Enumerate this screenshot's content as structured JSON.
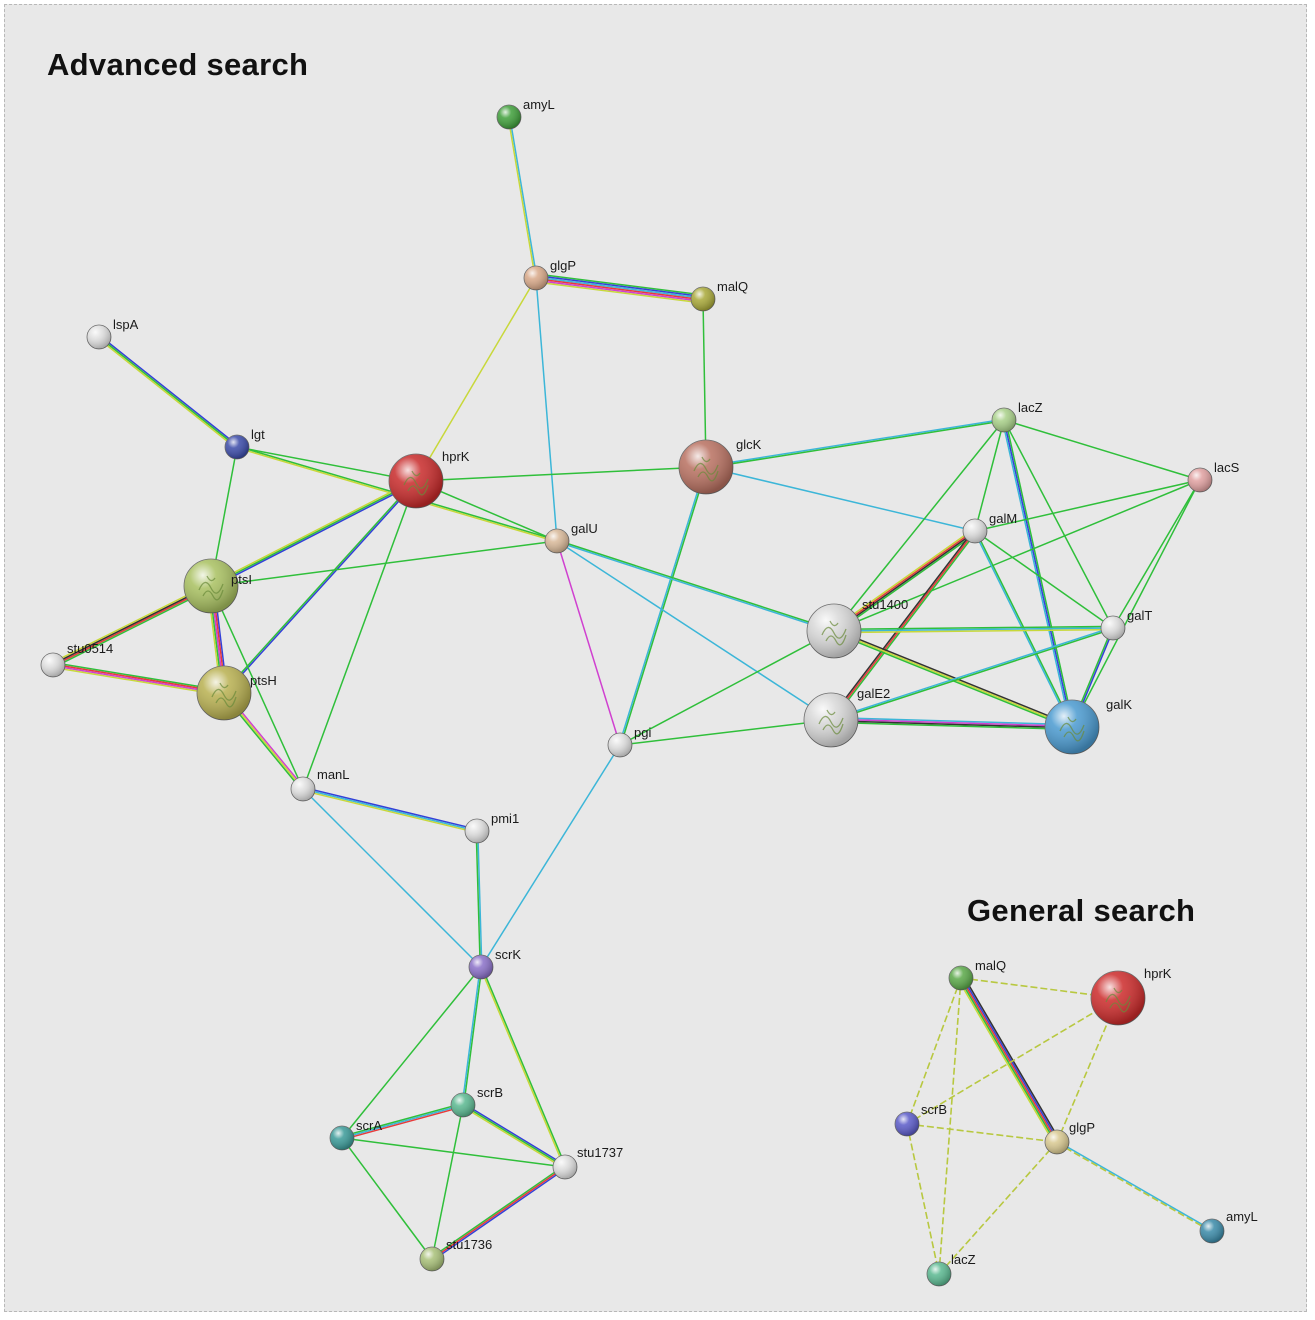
{
  "titles": {
    "advanced": "Advanced search",
    "general": "General search"
  },
  "colors": {
    "background": "#e8e8e8",
    "edge_green": "#2fbf3a",
    "edge_cyan": "#3cb6d8",
    "edge_yellow": "#c8d83a",
    "edge_blue": "#3340d8",
    "edge_red": "#e83a3a",
    "edge_magenta": "#d040d0",
    "edge_black": "#333333",
    "edge_olive": "#b8c840"
  },
  "networks": {
    "advanced": {
      "nodes": [
        {
          "id": "amyL",
          "label": "amyL",
          "color": "#3f9f3a",
          "size": "small"
        },
        {
          "id": "glgP",
          "label": "glgP",
          "color": "#d8a888",
          "size": "small"
        },
        {
          "id": "malQ",
          "label": "malQ",
          "color": "#a8a838",
          "size": "small"
        },
        {
          "id": "lspA",
          "label": "lspA",
          "color": "#e0e0e0",
          "size": "small"
        },
        {
          "id": "lgt",
          "label": "lgt",
          "color": "#3a4aa8",
          "size": "small"
        },
        {
          "id": "hprK",
          "label": "hprK",
          "color": "#c82a2a",
          "size": "large"
        },
        {
          "id": "glcK",
          "label": "glcK",
          "color": "#b87060",
          "size": "large"
        },
        {
          "id": "lacZ",
          "label": "lacZ",
          "color": "#a8d088",
          "size": "small"
        },
        {
          "id": "lacS",
          "label": "lacS",
          "color": "#e0a0a0",
          "size": "small"
        },
        {
          "id": "galM",
          "label": "galM",
          "color": "#e0e0e0",
          "size": "small"
        },
        {
          "id": "galU",
          "label": "galU",
          "color": "#d8b898",
          "size": "small"
        },
        {
          "id": "ptsI",
          "label": "ptsI",
          "color": "#a8c060",
          "size": "large"
        },
        {
          "id": "stu0514",
          "label": "stu0514",
          "color": "#e0e0e0",
          "size": "small"
        },
        {
          "id": "ptsH",
          "label": "ptsH",
          "color": "#b8b050",
          "size": "large"
        },
        {
          "id": "stu1400",
          "label": "stu1400",
          "color": "#d8d8d8",
          "size": "large"
        },
        {
          "id": "galT",
          "label": "galT",
          "color": "#e0e0e0",
          "size": "small"
        },
        {
          "id": "galE2",
          "label": "galE2",
          "color": "#d8d8d8",
          "size": "large"
        },
        {
          "id": "galK",
          "label": "galK",
          "color": "#4a9ad0",
          "size": "large"
        },
        {
          "id": "pgi",
          "label": "pgi",
          "color": "#e0e0e0",
          "size": "small"
        },
        {
          "id": "manL",
          "label": "manL",
          "color": "#e0e0e0",
          "size": "small"
        },
        {
          "id": "pmi1",
          "label": "pmi1",
          "color": "#e0e0e0",
          "size": "small"
        },
        {
          "id": "scrK",
          "label": "scrK",
          "color": "#8a70c8",
          "size": "small"
        },
        {
          "id": "scrB",
          "label": "scrB",
          "color": "#5ab890",
          "size": "small"
        },
        {
          "id": "scrA",
          "label": "scrA",
          "color": "#3a9a98",
          "size": "small"
        },
        {
          "id": "stu1737",
          "label": "stu1737",
          "color": "#e0e0e0",
          "size": "small"
        },
        {
          "id": "stu1736",
          "label": "stu1736",
          "color": "#a8c078",
          "size": "small"
        }
      ],
      "edges": [
        {
          "source": "amyL",
          "target": "glgP",
          "colors": [
            "cyan",
            "yellow"
          ]
        },
        {
          "source": "glgP",
          "target": "malQ",
          "colors": [
            "green",
            "blue",
            "cyan",
            "red",
            "magenta",
            "yellow"
          ]
        },
        {
          "source": "glgP",
          "target": "hprK",
          "colors": [
            "yellow"
          ]
        },
        {
          "source": "glgP",
          "target": "galU",
          "colors": [
            "cyan"
          ]
        },
        {
          "source": "malQ",
          "target": "glcK",
          "colors": [
            "green"
          ]
        },
        {
          "source": "lspA",
          "target": "lgt",
          "colors": [
            "blue",
            "green",
            "yellow"
          ]
        },
        {
          "source": "lgt",
          "target": "ptsI",
          "colors": [
            "green"
          ]
        },
        {
          "source": "lgt",
          "target": "hprK",
          "colors": [
            "green"
          ]
        },
        {
          "source": "lgt",
          "target": "galU",
          "colors": [
            "green",
            "yellow"
          ]
        },
        {
          "source": "hprK",
          "target": "glcK",
          "colors": [
            "green"
          ]
        },
        {
          "source": "hprK",
          "target": "galU",
          "colors": [
            "green"
          ]
        },
        {
          "source": "hprK",
          "target": "ptsI",
          "colors": [
            "blue",
            "green",
            "yellow"
          ]
        },
        {
          "source": "hprK",
          "target": "ptsH",
          "colors": [
            "blue",
            "green"
          ]
        },
        {
          "source": "hprK",
          "target": "manL",
          "colors": [
            "green"
          ]
        },
        {
          "source": "glcK",
          "target": "lacZ",
          "colors": [
            "cyan",
            "green"
          ]
        },
        {
          "source": "glcK",
          "target": "galM",
          "colors": [
            "cyan"
          ]
        },
        {
          "source": "glcK",
          "target": "pgi",
          "colors": [
            "green",
            "cyan"
          ]
        },
        {
          "source": "lacZ",
          "target": "lacS",
          "colors": [
            "green"
          ]
        },
        {
          "source": "lacZ",
          "target": "galM",
          "colors": [
            "green"
          ]
        },
        {
          "source": "lacZ",
          "target": "galT",
          "colors": [
            "green"
          ]
        },
        {
          "source": "lacZ",
          "target": "galK",
          "colors": [
            "green",
            "blue",
            "cyan"
          ]
        },
        {
          "source": "lacZ",
          "target": "stu1400",
          "colors": [
            "green"
          ]
        },
        {
          "source": "lacS",
          "target": "galM",
          "colors": [
            "green"
          ]
        },
        {
          "source": "lacS",
          "target": "galT",
          "colors": [
            "green"
          ]
        },
        {
          "source": "lacS",
          "target": "galK",
          "colors": [
            "green"
          ]
        },
        {
          "source": "lacS",
          "target": "stu1400",
          "colors": [
            "green"
          ]
        },
        {
          "source": "galM",
          "target": "stu1400",
          "colors": [
            "green",
            "black",
            "red",
            "yellow"
          ]
        },
        {
          "source": "galM",
          "target": "galE2",
          "colors": [
            "green",
            "red",
            "black"
          ]
        },
        {
          "source": "galM",
          "target": "galK",
          "colors": [
            "green",
            "cyan"
          ]
        },
        {
          "source": "galM",
          "target": "galT",
          "colors": [
            "green"
          ]
        },
        {
          "source": "galU",
          "target": "ptsI",
          "colors": [
            "green"
          ]
        },
        {
          "source": "galU",
          "target": "pgi",
          "colors": [
            "magenta"
          ]
        },
        {
          "source": "galU",
          "target": "stu1400",
          "colors": [
            "green",
            "cyan"
          ]
        },
        {
          "source": "galU",
          "target": "galE2",
          "colors": [
            "cyan"
          ]
        },
        {
          "source": "ptsI",
          "target": "stu0514",
          "colors": [
            "green",
            "red",
            "black",
            "yellow"
          ]
        },
        {
          "source": "ptsI",
          "target": "ptsH",
          "colors": [
            "blue",
            "red",
            "magenta",
            "green",
            "yellow"
          ]
        },
        {
          "source": "ptsI",
          "target": "manL",
          "colors": [
            "green"
          ]
        },
        {
          "source": "stu0514",
          "target": "ptsH",
          "colors": [
            "green",
            "red",
            "magenta",
            "yellow"
          ]
        },
        {
          "source": "ptsH",
          "target": "manL",
          "colors": [
            "magenta",
            "yellow",
            "green"
          ]
        },
        {
          "source": "stu1400",
          "target": "galT",
          "colors": [
            "green",
            "cyan",
            "yellow"
          ]
        },
        {
          "source": "stu1400",
          "target": "galK",
          "colors": [
            "black",
            "yellow",
            "green"
          ]
        },
        {
          "source": "stu1400",
          "target": "pgi",
          "colors": [
            "green"
          ]
        },
        {
          "source": "galT",
          "target": "galE2",
          "colors": [
            "green",
            "cyan"
          ]
        },
        {
          "source": "galT",
          "target": "galK",
          "colors": [
            "blue",
            "green"
          ]
        },
        {
          "source": "galE2",
          "target": "galK",
          "colors": [
            "cyan",
            "magenta",
            "black",
            "green"
          ]
        },
        {
          "source": "galE2",
          "target": "pgi",
          "colors": [
            "green"
          ]
        },
        {
          "source": "pgi",
          "target": "scrK",
          "colors": [
            "cyan"
          ]
        },
        {
          "source": "manL",
          "target": "pmi1",
          "colors": [
            "blue",
            "cyan",
            "yellow"
          ]
        },
        {
          "source": "manL",
          "target": "scrK",
          "colors": [
            "cyan"
          ]
        },
        {
          "source": "pmi1",
          "target": "scrK",
          "colors": [
            "cyan",
            "green"
          ]
        },
        {
          "source": "scrK",
          "target": "scrB",
          "colors": [
            "green",
            "cyan"
          ]
        },
        {
          "source": "scrK",
          "target": "scrA",
          "colors": [
            "green"
          ]
        },
        {
          "source": "scrK",
          "target": "stu1737",
          "colors": [
            "green",
            "yellow"
          ]
        },
        {
          "source": "scrB",
          "target": "scrA",
          "colors": [
            "red",
            "cyan",
            "green"
          ]
        },
        {
          "source": "scrB",
          "target": "stu1737",
          "colors": [
            "blue",
            "green",
            "yellow"
          ]
        },
        {
          "source": "scrB",
          "target": "stu1736",
          "colors": [
            "green"
          ]
        },
        {
          "source": "scrA",
          "target": "stu1737",
          "colors": [
            "green"
          ]
        },
        {
          "source": "scrA",
          "target": "stu1736",
          "colors": [
            "green"
          ]
        },
        {
          "source": "stu1737",
          "target": "stu1736",
          "colors": [
            "blue",
            "red",
            "green"
          ]
        }
      ]
    },
    "general": {
      "nodes": [
        {
          "id": "malQ",
          "label": "malQ",
          "color": "#5aa848",
          "size": "small"
        },
        {
          "id": "hprK",
          "label": "hprK",
          "color": "#cc2a2a",
          "size": "large"
        },
        {
          "id": "scrB",
          "label": "scrB",
          "color": "#5a5ac8",
          "size": "small"
        },
        {
          "id": "glgP",
          "label": "glgP",
          "color": "#d8c890",
          "size": "small"
        },
        {
          "id": "amyL",
          "label": "amyL",
          "color": "#3a8aa8",
          "size": "small"
        },
        {
          "id": "lacZ",
          "label": "lacZ",
          "color": "#5ab890",
          "size": "small"
        }
      ],
      "edges": [
        {
          "source": "malQ",
          "target": "glgP",
          "colors": [
            "black",
            "blue",
            "red",
            "green",
            "yellow"
          ]
        },
        {
          "source": "malQ",
          "target": "hprK",
          "colors": [
            "olive"
          ]
        },
        {
          "source": "malQ",
          "target": "scrB",
          "colors": [
            "olive"
          ]
        },
        {
          "source": "malQ",
          "target": "lacZ",
          "colors": [
            "olive"
          ]
        },
        {
          "source": "hprK",
          "target": "scrB",
          "colors": [
            "olive"
          ]
        },
        {
          "source": "hprK",
          "target": "glgP",
          "colors": [
            "olive"
          ]
        },
        {
          "source": "scrB",
          "target": "glgP",
          "colors": [
            "olive"
          ]
        },
        {
          "source": "scrB",
          "target": "lacZ",
          "colors": [
            "olive"
          ]
        },
        {
          "source": "glgP",
          "target": "amyL",
          "colors": [
            "cyan",
            "olive"
          ]
        },
        {
          "source": "glgP",
          "target": "lacZ",
          "colors": [
            "olive"
          ]
        }
      ]
    }
  }
}
